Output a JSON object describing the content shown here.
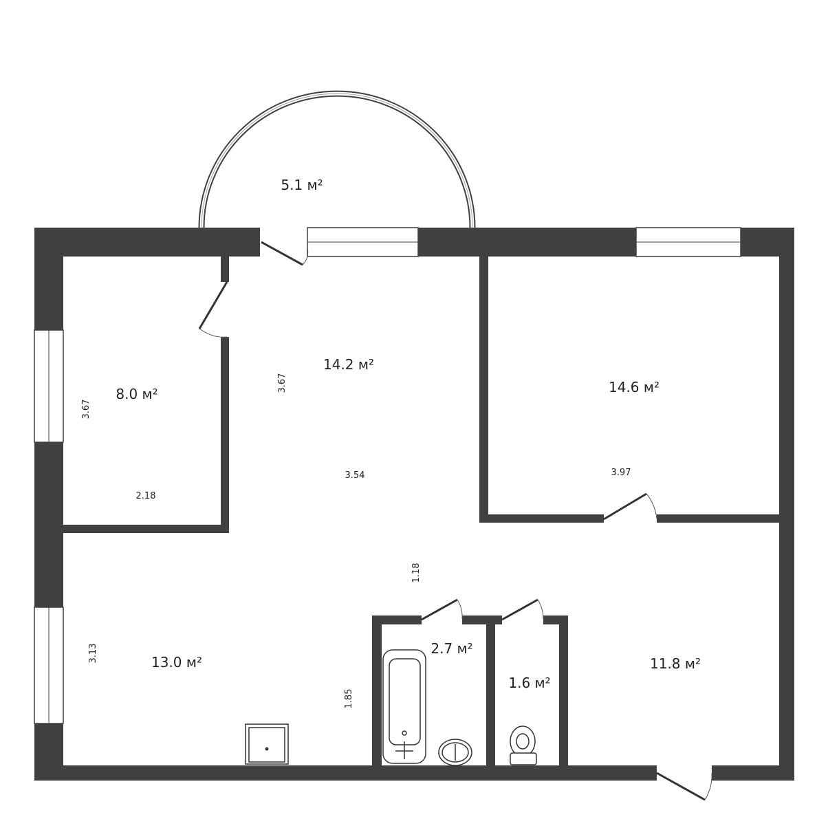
{
  "rooms": [
    {
      "id": "balcony",
      "area": "5.1 м²"
    },
    {
      "id": "bedroom-small",
      "area": "8.0 м²"
    },
    {
      "id": "hall",
      "area": "14.2 м²"
    },
    {
      "id": "bedroom-right",
      "area": "14.6 м²"
    },
    {
      "id": "kitchen",
      "area": "13.0 м²"
    },
    {
      "id": "bathroom",
      "area": "2.7 м²"
    },
    {
      "id": "toilet",
      "area": "1.6 м²"
    },
    {
      "id": "corridor",
      "area": "11.8 м²"
    }
  ],
  "dimensions": {
    "small_room_height": "3.67",
    "small_room_width": "2.18",
    "hall_height": "3.67",
    "hall_width": "3.54",
    "right_room_width": "3.97",
    "passage": "1.18",
    "kitchen_height": "3.13",
    "kitchen_side": "1.85"
  },
  "colors": {
    "wall": "#404040"
  }
}
